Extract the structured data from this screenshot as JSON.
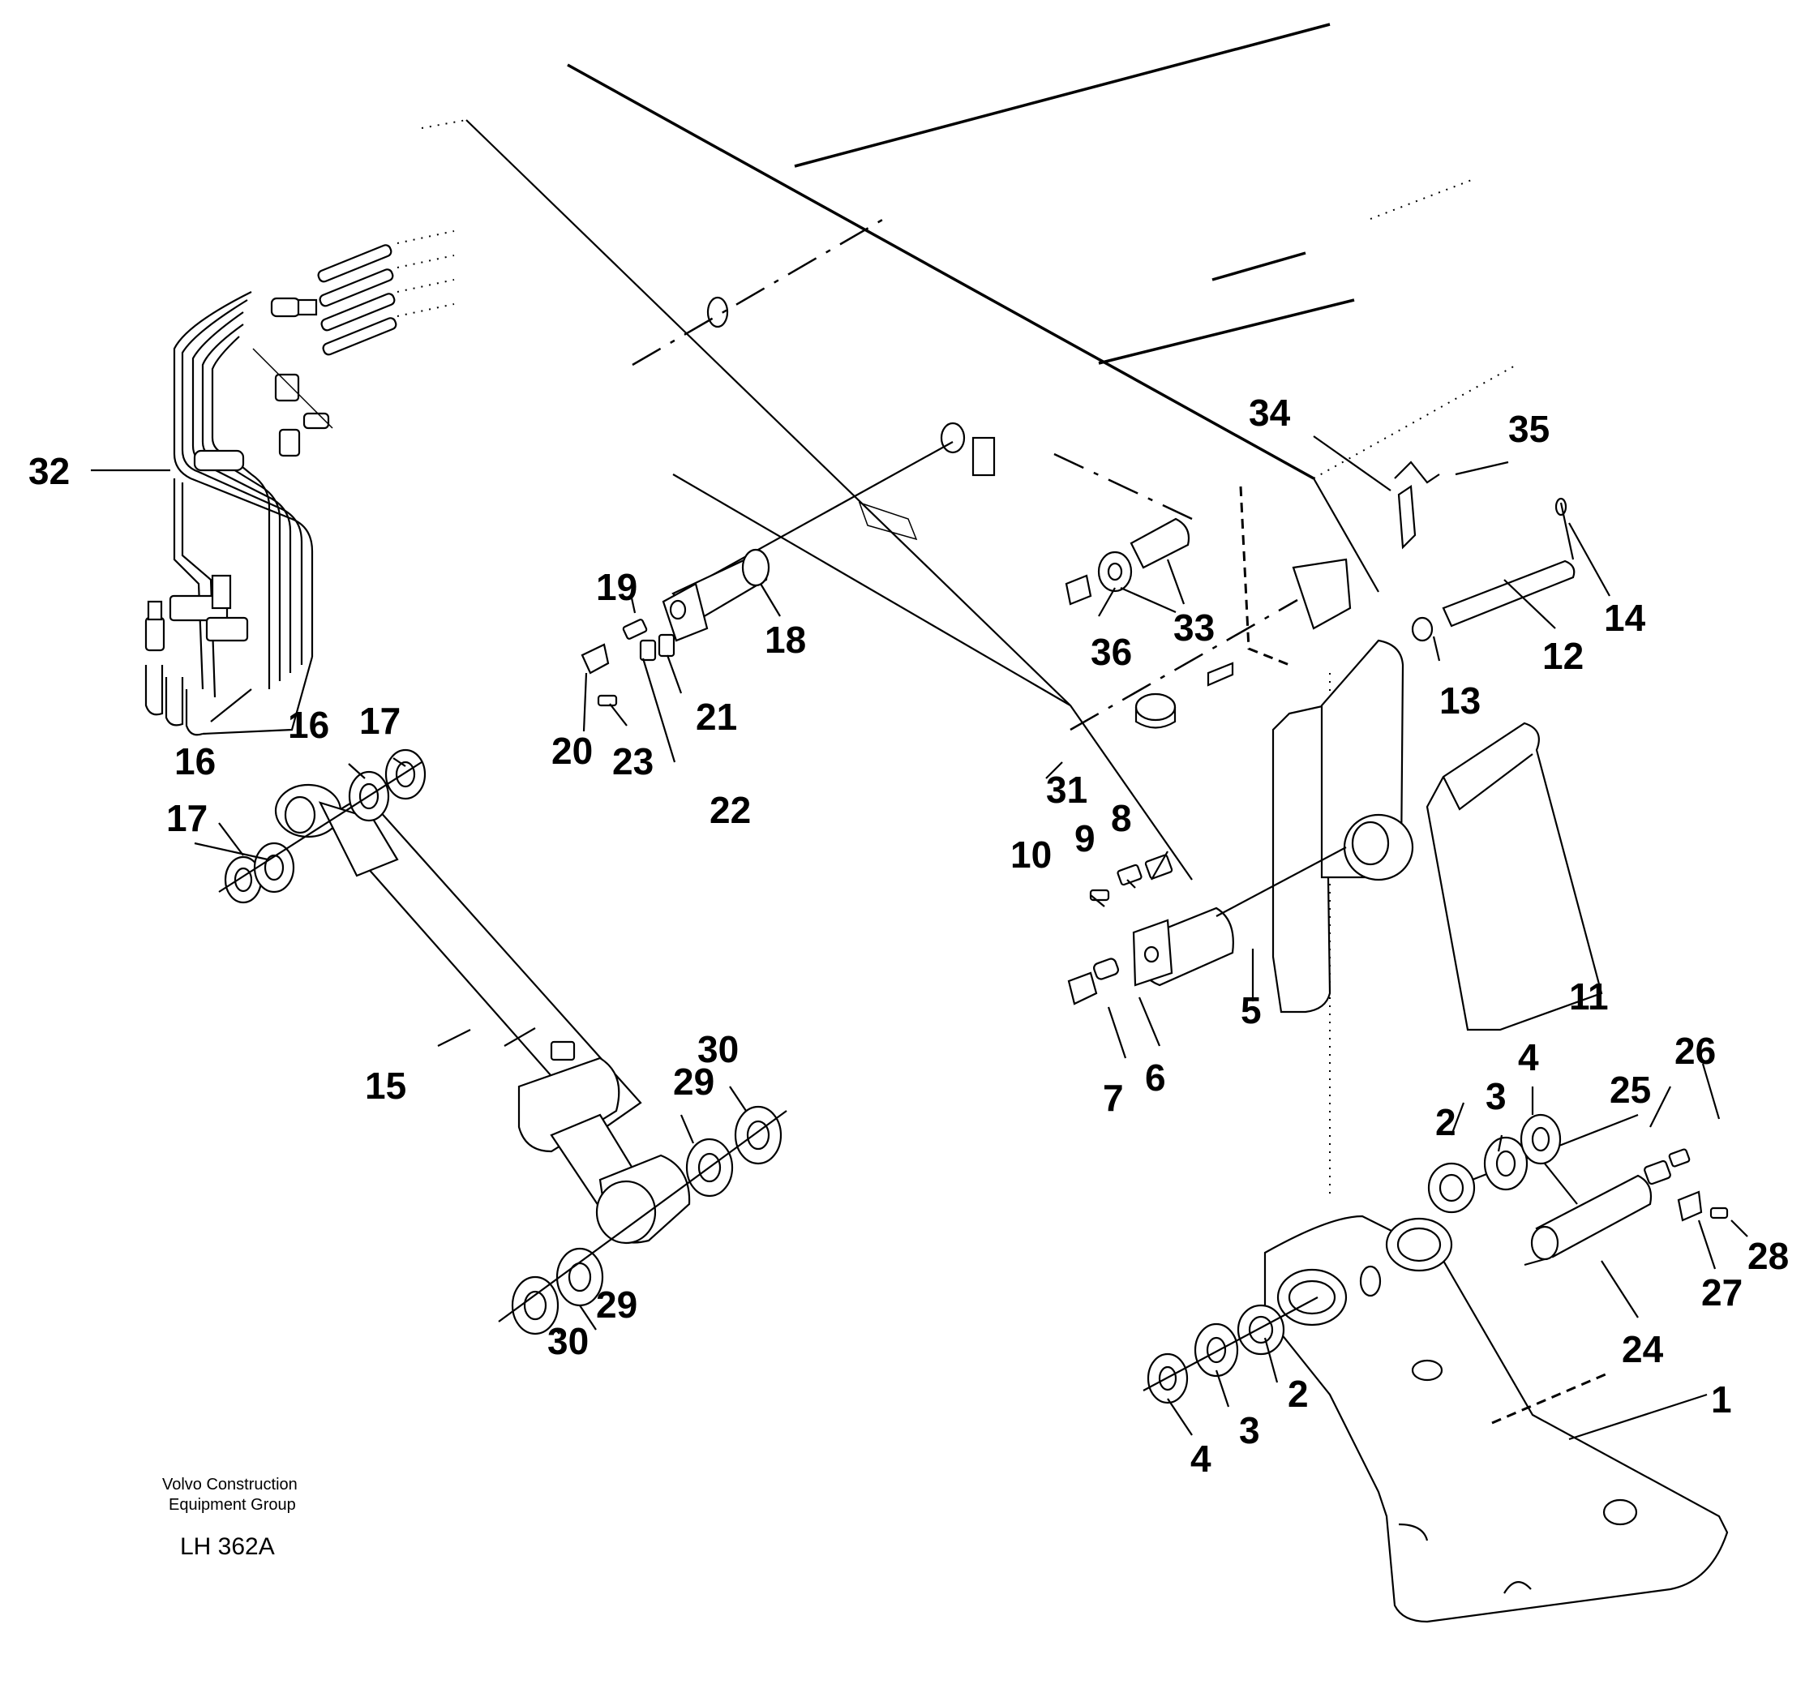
{
  "footer": {
    "company_line1": "Volvo Construction",
    "company_line2": "Equipment Group",
    "drawing_code": "LH 362A"
  },
  "part_labels": [
    {
      "id": "p1",
      "text": "1"
    },
    {
      "id": "p2a",
      "text": "2"
    },
    {
      "id": "p2b",
      "text": "2"
    },
    {
      "id": "p3a",
      "text": "3"
    },
    {
      "id": "p3b",
      "text": "3"
    },
    {
      "id": "p4a",
      "text": "4"
    },
    {
      "id": "p4b",
      "text": "4"
    },
    {
      "id": "p5",
      "text": "5"
    },
    {
      "id": "p6",
      "text": "6"
    },
    {
      "id": "p7",
      "text": "7"
    },
    {
      "id": "p8",
      "text": "8"
    },
    {
      "id": "p9",
      "text": "9"
    },
    {
      "id": "p10",
      "text": "10"
    },
    {
      "id": "p11",
      "text": "11"
    },
    {
      "id": "p12",
      "text": "12"
    },
    {
      "id": "p13",
      "text": "13"
    },
    {
      "id": "p14",
      "text": "14"
    },
    {
      "id": "p15",
      "text": "15"
    },
    {
      "id": "p16a",
      "text": "16"
    },
    {
      "id": "p16b",
      "text": "16"
    },
    {
      "id": "p17a",
      "text": "17"
    },
    {
      "id": "p17b",
      "text": "17"
    },
    {
      "id": "p18",
      "text": "18"
    },
    {
      "id": "p19",
      "text": "19"
    },
    {
      "id": "p20",
      "text": "20"
    },
    {
      "id": "p21",
      "text": "21"
    },
    {
      "id": "p22",
      "text": "22"
    },
    {
      "id": "p23",
      "text": "23"
    },
    {
      "id": "p24",
      "text": "24"
    },
    {
      "id": "p25",
      "text": "25"
    },
    {
      "id": "p26",
      "text": "26"
    },
    {
      "id": "p27",
      "text": "27"
    },
    {
      "id": "p28",
      "text": "28"
    },
    {
      "id": "p29a",
      "text": "29"
    },
    {
      "id": "p29b",
      "text": "29"
    },
    {
      "id": "p30a",
      "text": "30"
    },
    {
      "id": "p30b",
      "text": "30"
    },
    {
      "id": "p31",
      "text": "31"
    },
    {
      "id": "p32",
      "text": "32"
    },
    {
      "id": "p33",
      "text": "33"
    },
    {
      "id": "p34",
      "text": "34"
    },
    {
      "id": "p35",
      "text": "35"
    },
    {
      "id": "p36",
      "text": "36"
    }
  ]
}
